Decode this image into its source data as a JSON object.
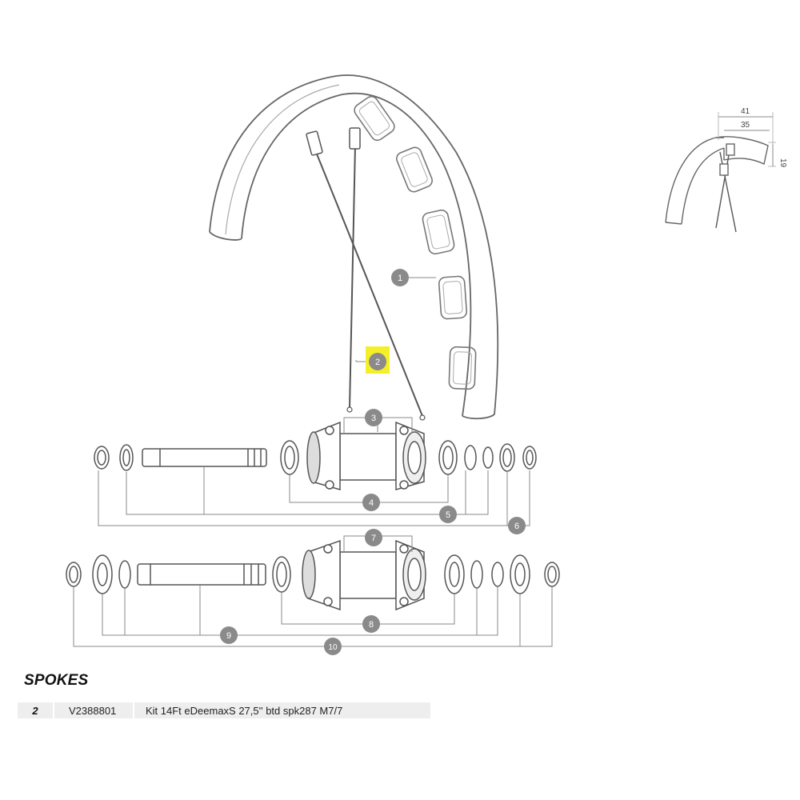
{
  "callouts": [
    {
      "id": "1",
      "label": "1",
      "highlighted": false
    },
    {
      "id": "2",
      "label": "2",
      "highlighted": true
    },
    {
      "id": "3",
      "label": "3",
      "highlighted": false
    },
    {
      "id": "4",
      "label": "4",
      "highlighted": false
    },
    {
      "id": "5",
      "label": "5",
      "highlighted": false
    },
    {
      "id": "6",
      "label": "6",
      "highlighted": false
    },
    {
      "id": "7",
      "label": "7",
      "highlighted": false
    },
    {
      "id": "8",
      "label": "8",
      "highlighted": false
    },
    {
      "id": "9",
      "label": "9",
      "highlighted": false
    },
    {
      "id": "10",
      "label": "10",
      "highlighted": false
    }
  ],
  "dimensions": {
    "width_outer": "41",
    "width_inner": "35",
    "height": "19"
  },
  "section": {
    "title": "SPOKES"
  },
  "parts": [
    {
      "number": "2",
      "code": "V2388801",
      "description": "Kit 14Ft eDeemaxS 27,5'' btd spk287 M7/7"
    }
  ],
  "colors": {
    "callout_fill": "#8a8a8a",
    "highlight": "#f5ef2a",
    "line": "#7a7a7a",
    "row_bg": "#eeeeee"
  }
}
